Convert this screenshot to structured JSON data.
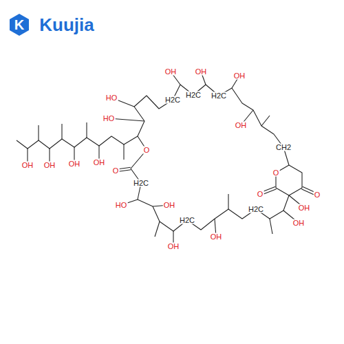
{
  "diagram": {
    "labels": [
      "K",
      "Kuujia",
      "OH",
      "OH",
      "OH",
      "HO",
      "H2C",
      "H2C",
      "H2C",
      "HO",
      "OH",
      "CH2",
      "O",
      "O",
      "O",
      "O",
      "O",
      "OH",
      "OH",
      "OH",
      "OH",
      "OH",
      "H2C",
      "OH",
      "HO",
      "OH",
      "OH",
      "H2C",
      "OH",
      "H2C"
    ]
  }
}
